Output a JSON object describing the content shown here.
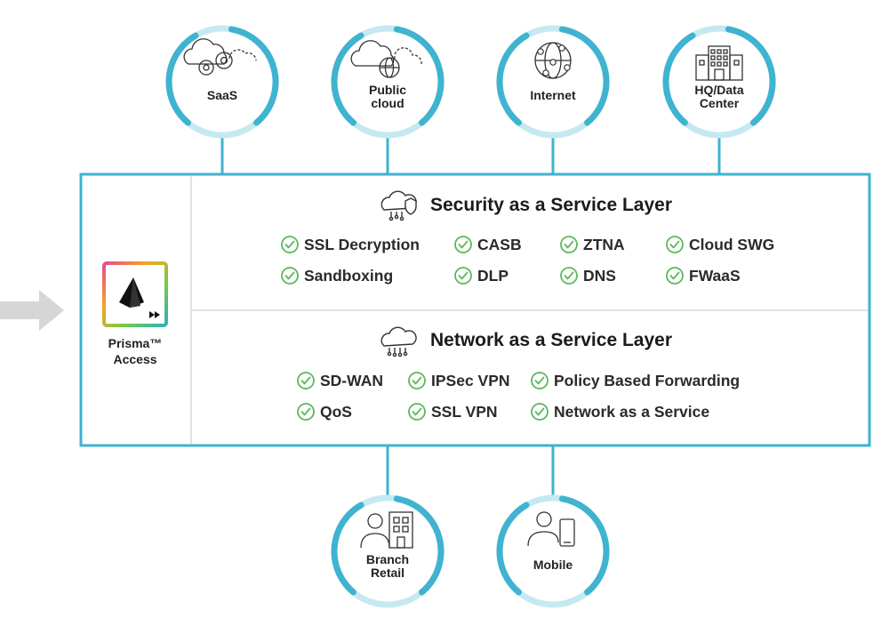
{
  "colors": {
    "accent": "#3fb3cf",
    "accent_light": "#c6e9f1",
    "check": "#5cb85c",
    "divider": "#cccccc",
    "arrow": "#cfcfcf"
  },
  "top_nodes": [
    {
      "lines": [
        "SaaS"
      ],
      "icon": "cloud-gears-icon"
    },
    {
      "lines": [
        "Public",
        "cloud"
      ],
      "icon": "cloud-globe-icon"
    },
    {
      "lines": [
        "Internet"
      ],
      "icon": "network-globe-icon"
    },
    {
      "lines": [
        "HQ/Data",
        "Center"
      ],
      "icon": "office-building-icon"
    }
  ],
  "bottom_nodes": [
    {
      "lines": [
        "Branch",
        "Retail"
      ],
      "icon": "person-building-icon"
    },
    {
      "lines": [
        "Mobile"
      ],
      "icon": "person-phone-icon"
    }
  ],
  "prisma": {
    "line1": "Prisma™",
    "line2": "Access",
    "icon": "prisma-access-logo"
  },
  "security_layer": {
    "title": "Security as a Service Layer",
    "icon": "cloud-shield-icon",
    "features": [
      "SSL Decryption",
      "CASB",
      "ZTNA",
      "Cloud SWG",
      "Sandboxing",
      "DLP",
      "DNS",
      "FWaaS"
    ]
  },
  "network_layer": {
    "title": "Network as a Service Layer",
    "icon": "cloud-network-icon",
    "features": [
      "SD-WAN",
      "IPSec VPN",
      "Policy Based Forwarding",
      "QoS",
      "SSL VPN",
      "Network as a Service"
    ]
  }
}
